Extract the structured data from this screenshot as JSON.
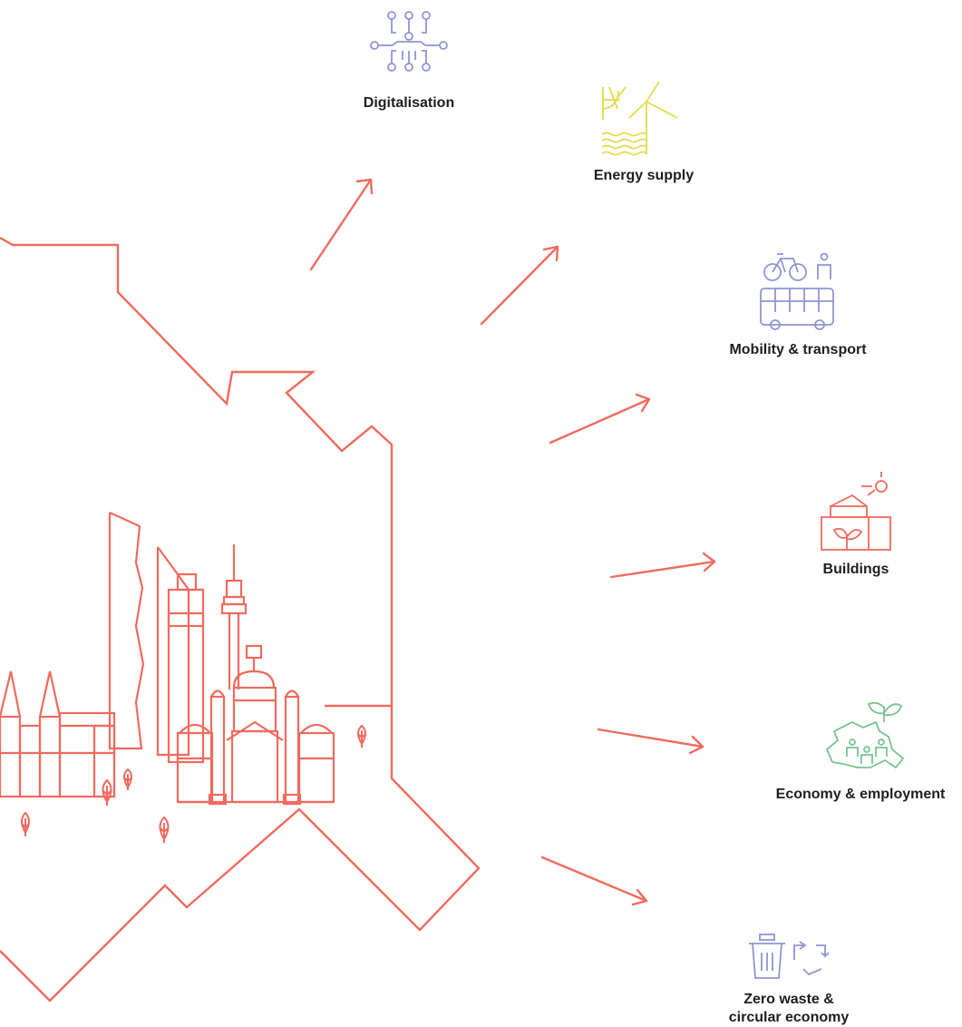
{
  "colors": {
    "city": "#ef6b5e",
    "arrow": "#ef6b5e",
    "digital": "#8f96d2",
    "energy": "#e3dc4a",
    "mobility": "#8f96d2",
    "buildings": "#ef6b5e",
    "economy": "#78c48f",
    "waste": "#8f96d2",
    "text": "#1f1f1f"
  },
  "topics": [
    {
      "id": "digitalisation",
      "label": "Digitalisation",
      "icon": "circuit-network-icon"
    },
    {
      "id": "energy",
      "label": "Energy supply",
      "icon": "sun-wind-water-icon"
    },
    {
      "id": "mobility",
      "label": "Mobility & transport",
      "icon": "bike-bus-pedestrian-icon"
    },
    {
      "id": "buildings",
      "label": "Buildings",
      "icon": "solar-roof-house-icon"
    },
    {
      "id": "economy",
      "label": "Economy & employment",
      "icon": "people-sprout-icon"
    },
    {
      "id": "waste",
      "label": "Zero waste &",
      "label2": "circular economy",
      "icon": "bin-recycle-icon"
    }
  ]
}
